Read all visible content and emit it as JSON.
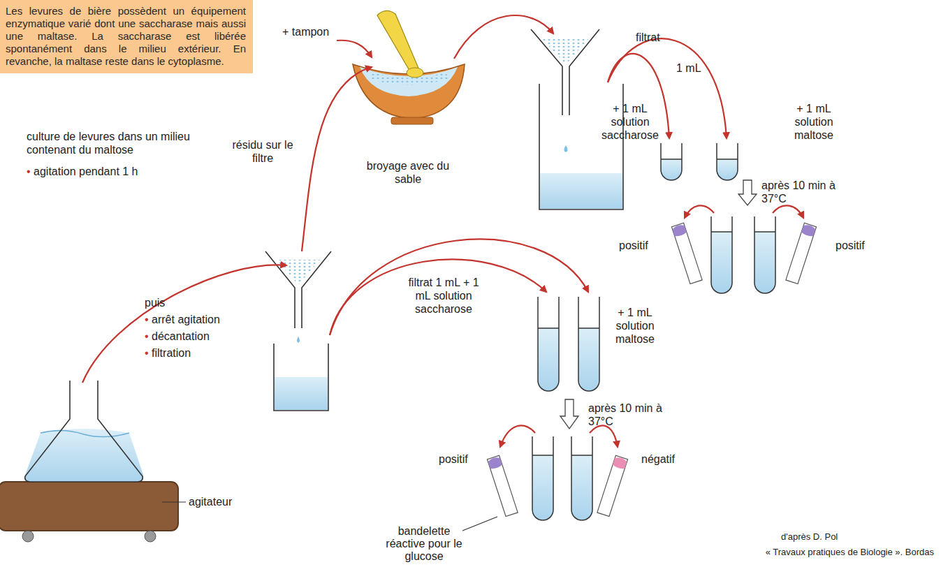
{
  "diagram": {
    "nodes": [
      {
        "text": [
          "Les levures de bière possèdent un équipement enzymatique varié dont une saccharase mais aussi une maltase. La saccharase est libérée spontanément dans le milieu extérieur. En revanche, la maltase reste dans le cytoplasme."
        ]
      }
    ],
    "labels": [
      "culture de levures dans un milieu contenant du maltose",
      "• agitation pendant 1 h",
      "agitateur",
      "puis",
      "• arrêt agitation",
      "• décantation",
      "• filtration",
      "résidu sur le filtre",
      "+ tampon",
      "broyage avec du sable",
      "filtrat",
      "1 mL",
      "+ 1 mL solution saccharose",
      "+ 1 mL solution maltose",
      "après 10 min à 37°C",
      "positif",
      "positif",
      "filtrat 1 mL + 1 mL solution saccharose",
      "+ 1 mL solution maltose",
      "après 10 min à 37°C",
      "positif",
      "négatif",
      "bandelette réactive pour le glucose",
      "d'après D. Pol",
      "« Travaux pratiques de Biologie ». Bordas"
    ]
  }
}
